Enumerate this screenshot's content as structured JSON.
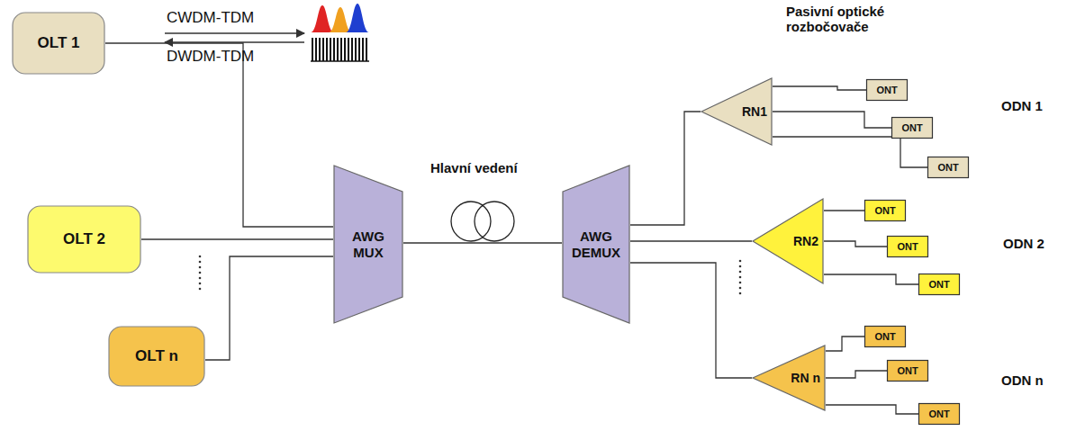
{
  "diagram": {
    "nodes": [
      {
        "text": [
          "OLT 1"
        ]
      },
      {
        "text": [
          "OLT 2"
        ]
      },
      {
        "text": [
          "OLT n"
        ]
      },
      {
        "text": [
          "AWG MUX"
        ]
      },
      {
        "text": [
          "AWG DEMUX"
        ]
      },
      {
        "text": [
          "RN1"
        ]
      },
      {
        "text": [
          "ONT"
        ]
      },
      {
        "text": [
          "ONT"
        ]
      },
      {
        "text": [
          "ONT"
        ]
      },
      {
        "text": [
          "RN2"
        ]
      },
      {
        "text": [
          "ONT"
        ]
      },
      {
        "text": [
          "ONT"
        ]
      },
      {
        "text": [
          "ONT"
        ]
      },
      {
        "text": [
          "RN n"
        ]
      },
      {
        "text": [
          "ONT"
        ]
      },
      {
        "text": [
          "ONT"
        ]
      },
      {
        "text": [
          "ONT"
        ]
      }
    ],
    "edges": [
      {
        "from": 0,
        "to": 3,
        "arrow": "none"
      },
      {
        "from": 1,
        "to": 3,
        "arrow": "none"
      },
      {
        "from": 2,
        "to": 3,
        "arrow": "none"
      },
      {
        "from": 3,
        "to": 4,
        "arrow": "none"
      },
      {
        "from": 4,
        "to": 5,
        "arrow": "none"
      },
      {
        "from": 4,
        "to": 9,
        "arrow": "none"
      },
      {
        "from": 4,
        "to": 13,
        "arrow": "none"
      },
      {
        "from": 5,
        "to": 6,
        "arrow": "none"
      },
      {
        "from": 5,
        "to": 7,
        "arrow": "none"
      },
      {
        "from": 5,
        "to": 8,
        "arrow": "none"
      },
      {
        "from": 9,
        "to": 10,
        "arrow": "none"
      },
      {
        "from": 9,
        "to": 11,
        "arrow": "none"
      },
      {
        "from": 9,
        "to": 12,
        "arrow": "none"
      },
      {
        "from": 13,
        "to": 14,
        "arrow": "none"
      },
      {
        "from": 13,
        "to": 15,
        "arrow": "none"
      },
      {
        "from": 13,
        "to": 16,
        "arrow": "none"
      }
    ],
    "labels": [
      "CWDM-TDM",
      "DWDM-TDM",
      "Pasivní optické rozbočovače",
      "Hlavní vedení",
      "ODN 1",
      "ODN 2",
      "ODN n"
    ]
  }
}
